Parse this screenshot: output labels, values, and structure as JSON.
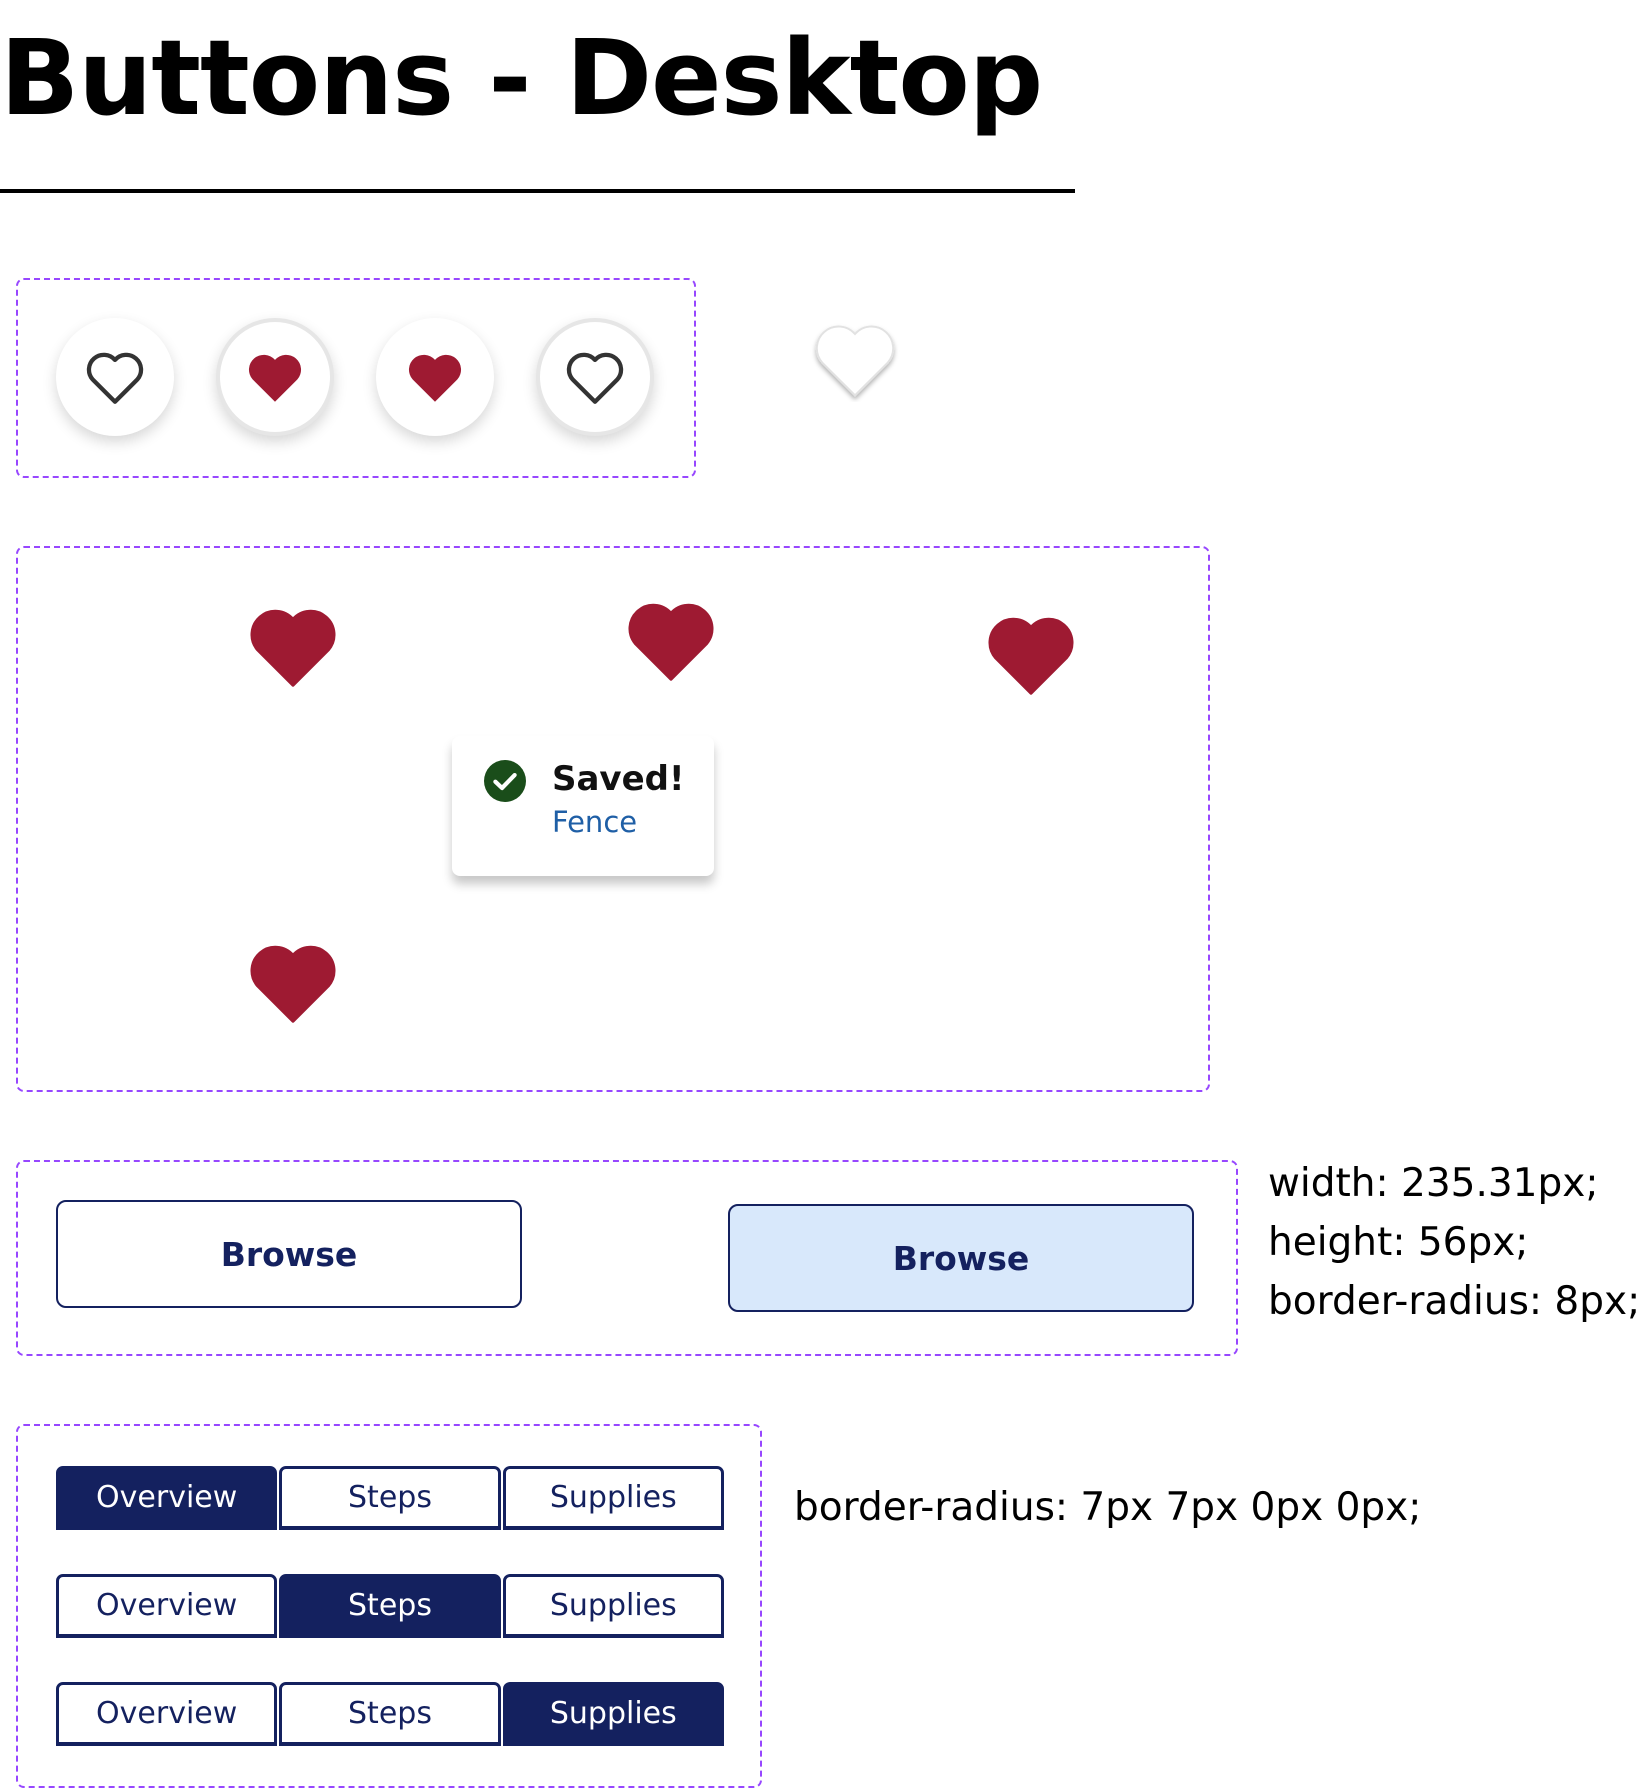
{
  "page": {
    "title": "Buttons - Desktop"
  },
  "colors": {
    "frame": "#9747ff",
    "heart": "#9e1a32",
    "navy": "#14215f",
    "hover_bg": "#d8e8fb",
    "success": "#1a4d1a",
    "link": "#1f5fa6"
  },
  "favorites": {
    "icon_outline": "heart-outline-icon",
    "icon_filled": "heart-filled-icon"
  },
  "toast": {
    "title": "Saved!",
    "subtitle": "Fence",
    "icon": "check-circle-icon"
  },
  "browse": {
    "default_label": "Browse",
    "hover_label": "Browse",
    "spec_width": "width: 235.31px;",
    "spec_height": "height: 56px;",
    "spec_radius": "border-radius: 8px;"
  },
  "tabs": {
    "rows": [
      {
        "labels": [
          "Overview",
          "Steps",
          "Supplies"
        ],
        "active": 0
      },
      {
        "labels": [
          "Overview",
          "Steps",
          "Supplies"
        ],
        "active": 1
      },
      {
        "labels": [
          "Overview",
          "Steps",
          "Supplies"
        ],
        "active": 2
      }
    ],
    "spec_radius": "border-radius: 7px 7px 0px 0px;"
  }
}
